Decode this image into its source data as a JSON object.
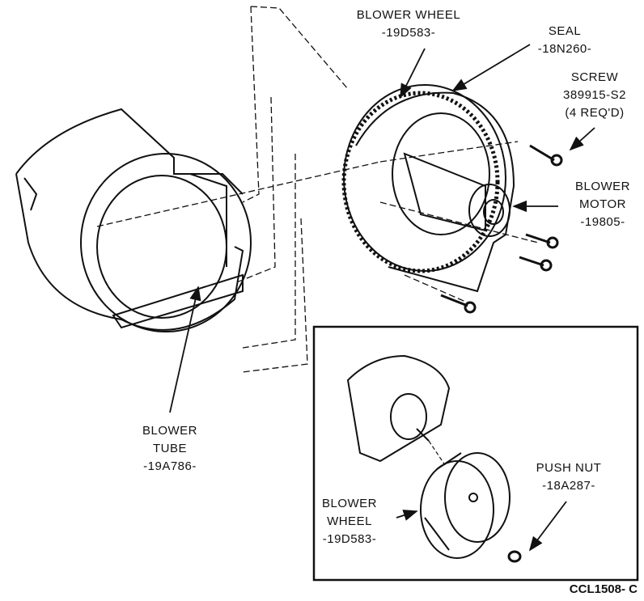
{
  "labels": {
    "blower_wheel_top": {
      "name": "BLOWER WHEEL",
      "part": "-19D583-"
    },
    "seal": {
      "name": "SEAL",
      "part": "-18N260-"
    },
    "screw": {
      "name": "SCREW",
      "part": "389915-S2",
      "qty": "(4 REQ'D)"
    },
    "blower_motor": {
      "line1": "BLOWER",
      "line2": "MOTOR",
      "part": "-19805-"
    },
    "blower_tube": {
      "line1": "BLOWER",
      "line2": "TUBE",
      "part": "-19A786-"
    },
    "push_nut": {
      "name": "PUSH NUT",
      "part": "-18A287-"
    },
    "blower_wheel_inset": {
      "line1": "BLOWER",
      "line2": "WHEEL",
      "part": "-19D583-"
    }
  },
  "figure_code": "CCL1508- C"
}
